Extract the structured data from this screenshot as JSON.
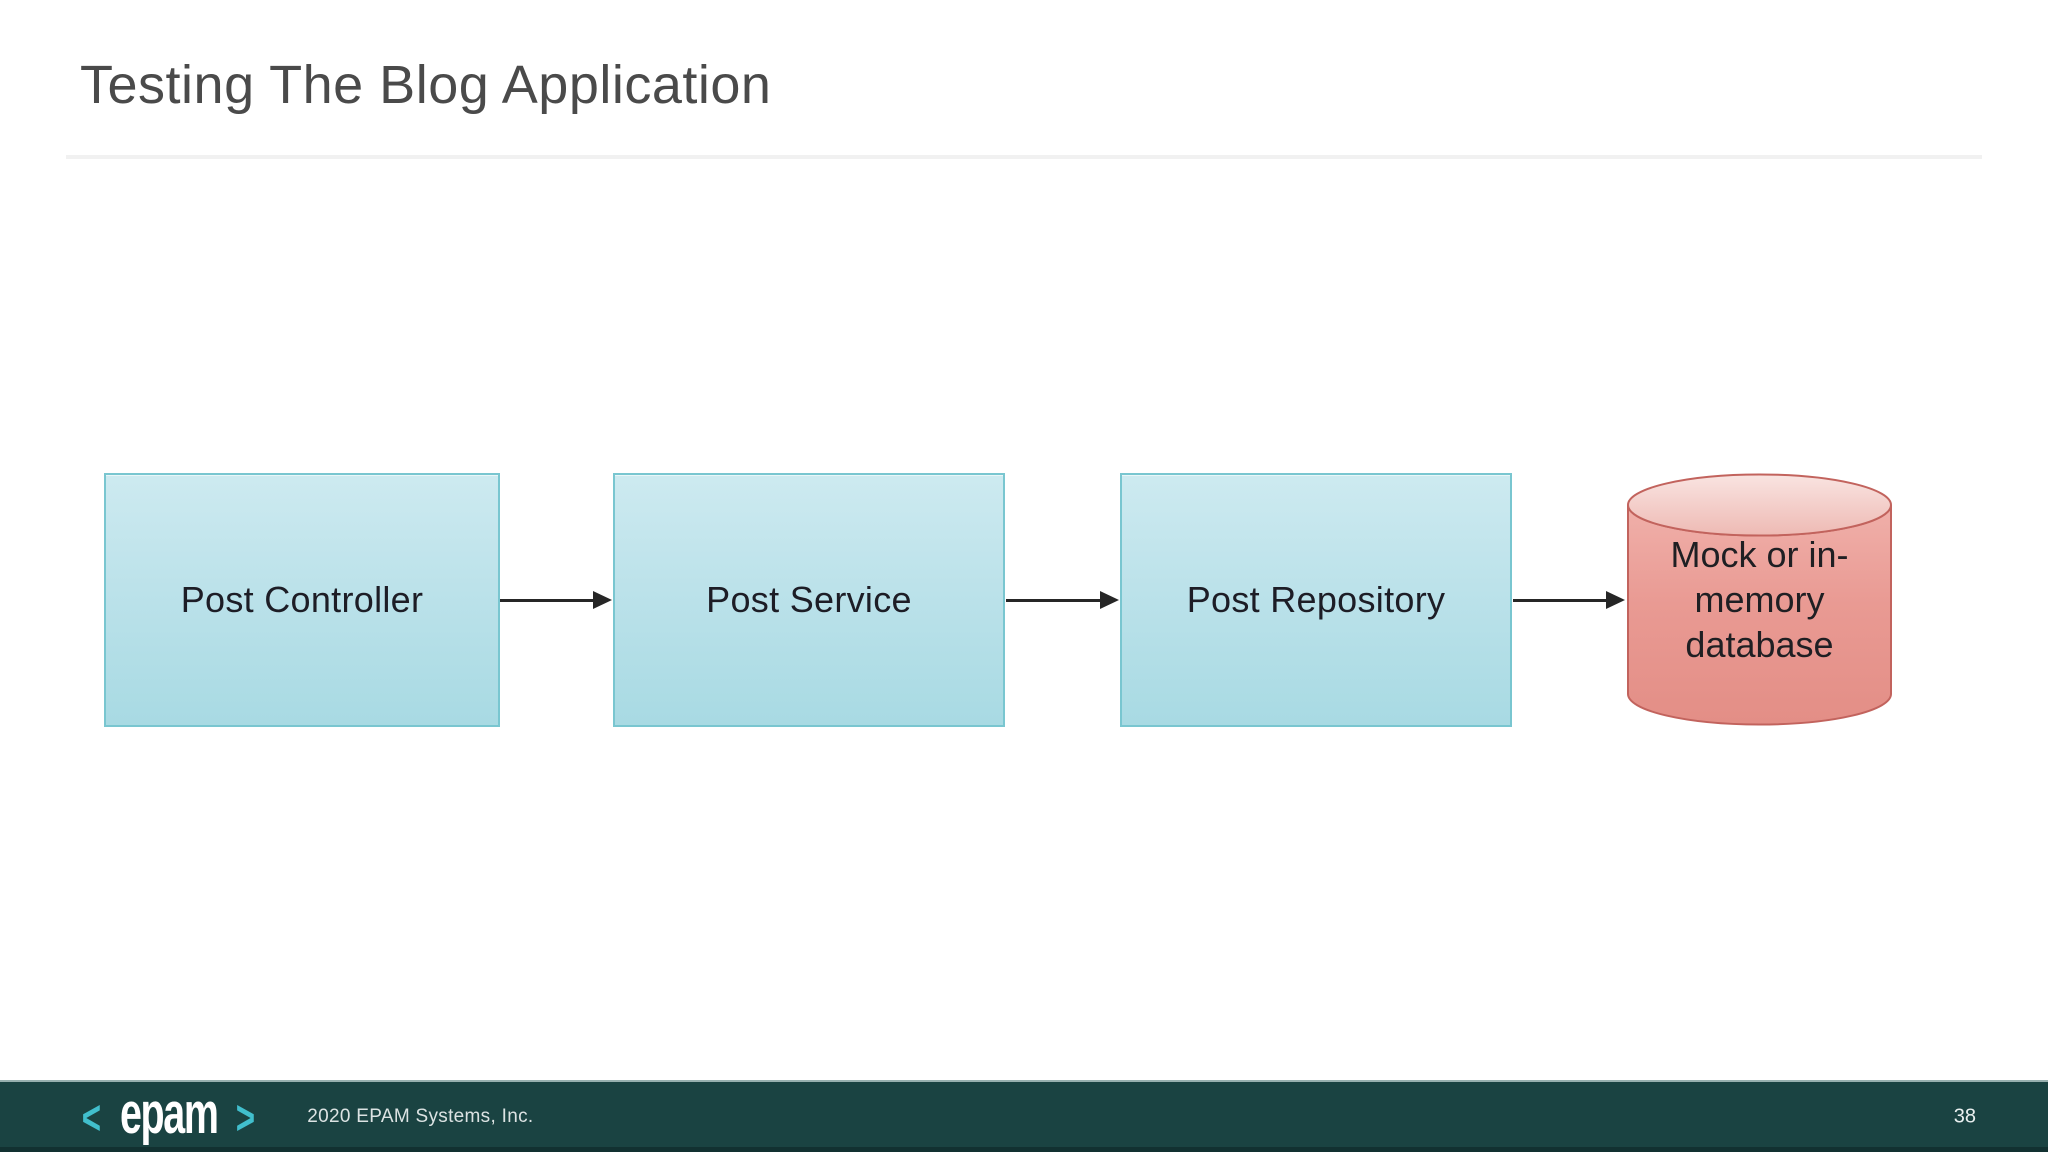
{
  "slide": {
    "title": "Testing The Blog Application",
    "page_number": "38"
  },
  "footer": {
    "logo": {
      "left_bracket": "<",
      "text": "epam",
      "right_bracket": ">"
    },
    "copyright": "2020 EPAM Systems, Inc."
  },
  "diagram": {
    "nodes": [
      {
        "id": "post-controller",
        "type": "box",
        "label": "Post Controller"
      },
      {
        "id": "post-service",
        "type": "box",
        "label": "Post Service"
      },
      {
        "id": "post-repository",
        "type": "box",
        "label": "Post Repository"
      },
      {
        "id": "mock-database",
        "type": "cylinder",
        "label": "Mock or in-memory database",
        "label_lines": [
          "Mock or in-",
          "memory",
          "database"
        ]
      }
    ],
    "edges": [
      {
        "from": "post-controller",
        "to": "post-service"
      },
      {
        "from": "post-service",
        "to": "post-repository"
      },
      {
        "from": "post-repository",
        "to": "mock-database"
      }
    ],
    "colors": {
      "box_fill_top": "#cdeaf0",
      "box_fill_bottom": "#a8dae3",
      "box_border": "#79c6d0",
      "cylinder_fill": "#e99c95",
      "cylinder_top_fill": "#f4d3cf",
      "cylinder_border": "#c2635d",
      "arrow": "#262626",
      "title_color": "#4a4a4a",
      "footer_background": "#1a4342",
      "logo_accent": "#41bfcd"
    }
  }
}
